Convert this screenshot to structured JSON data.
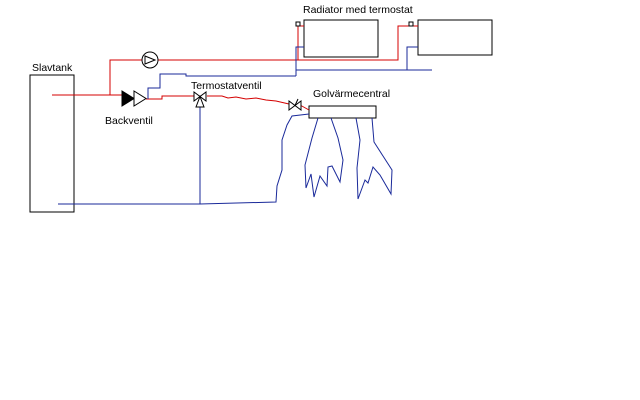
{
  "labels": {
    "tank": "Slavtank",
    "check_valve": "Backventil",
    "thermostat_valve": "Termostatventil",
    "radiator": "Radiator med termostat",
    "floor_heating": "Golvärmecentral"
  },
  "colors": {
    "supply": "#d40000",
    "return": "#1a2a9a",
    "outline": "#000000"
  },
  "icons": [
    "pump-icon",
    "check-valve-icon",
    "thermostat-valve-icon",
    "valve-icon",
    "radiator-valve-icon"
  ]
}
